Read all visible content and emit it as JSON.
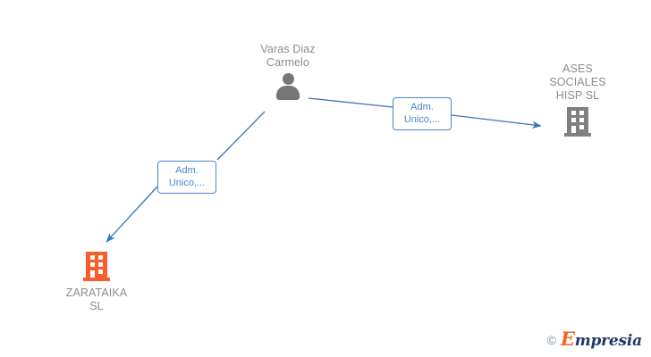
{
  "graph": {
    "background_color": "#ffffff",
    "nodes": [
      {
        "id": "person-varas-diaz-carmelo",
        "type": "person",
        "label": "Varas Diaz\nCarmelo",
        "icon": "person-icon",
        "color": "#767676"
      },
      {
        "id": "company-ases-sociales-hisp-sl",
        "type": "company",
        "label": "ASES\nSOCIALES\nHISP  SL",
        "icon": "building-icon",
        "color": "#808080"
      },
      {
        "id": "company-zarataika-sl",
        "type": "company",
        "label": "ZARATAIKA\nSL",
        "icon": "building-icon",
        "color": "#f95d2a"
      }
    ],
    "edges": [
      {
        "id": "edge-person-to-ases",
        "from": "person-varas-diaz-carmelo",
        "to": "company-ases-sociales-hisp-sl",
        "label": "Adm.\nUnico,...",
        "color": "#3b73b9",
        "direction": "to"
      },
      {
        "id": "edge-person-to-zarataika",
        "from": "person-varas-diaz-carmelo",
        "to": "company-zarataika-sl",
        "label": "Adm.\nUnico,...",
        "color": "#3b73b9",
        "direction": "to"
      }
    ],
    "label_text_color": "#8c8c8c",
    "edge_label_border_color": "#4a86c8",
    "edge_label_text_color": "#4a86c8"
  },
  "watermark": {
    "copyright": "©",
    "brand_initial": "E",
    "brand_rest": "mpresia"
  }
}
